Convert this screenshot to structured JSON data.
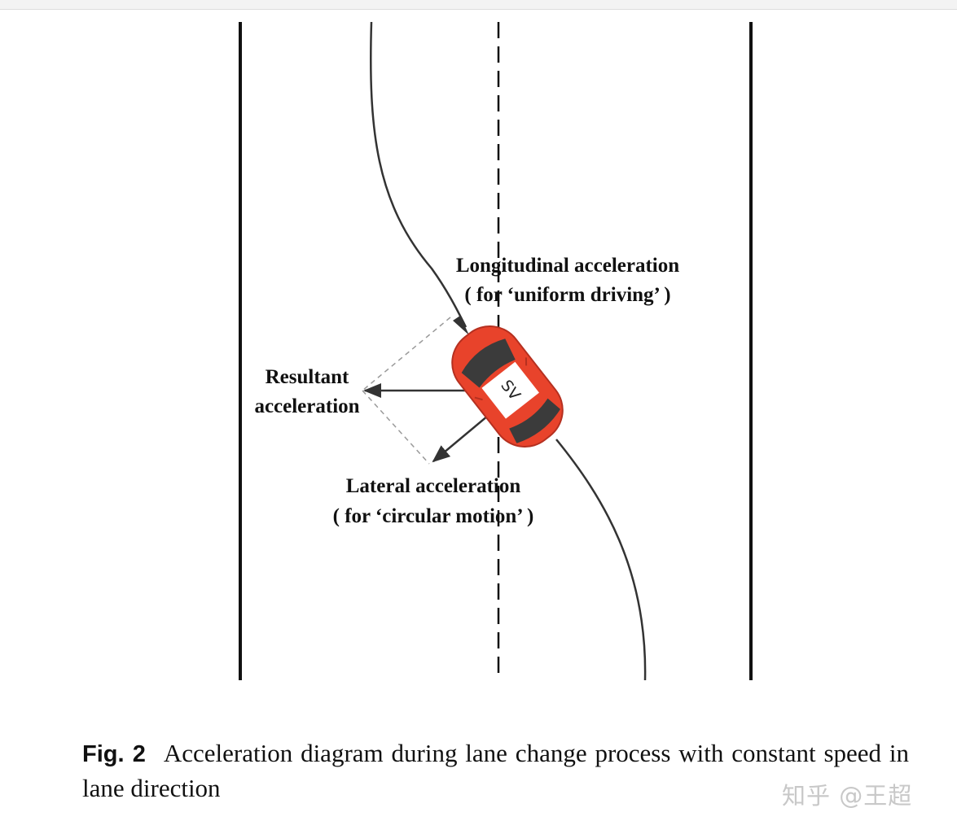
{
  "labels": {
    "longitudinal_line1": "Longitudinal acceleration",
    "longitudinal_line2": "( for ‘uniform driving’ )",
    "resultant_line1": "Resultant",
    "resultant_line2": "acceleration",
    "lateral_line1": "Lateral acceleration",
    "lateral_line2": "( for ‘circular motion’ )",
    "vehicle": "SV"
  },
  "caption": {
    "fig_label": "Fig. 2",
    "text": "Acceleration diagram during lane change process with constant speed in lane direction"
  },
  "watermark": "知乎 @王超",
  "colors": {
    "car_body": "#e8432b",
    "car_window": "#3b3b3b",
    "road_line": "#111111",
    "arrow": "#333333",
    "dashed_helper": "#9a9a9a"
  }
}
